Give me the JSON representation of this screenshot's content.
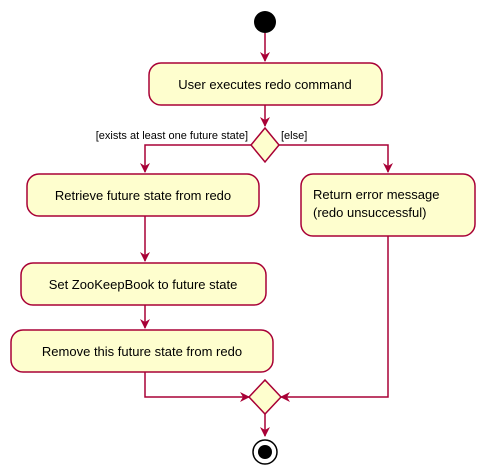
{
  "diagram": {
    "type": "uml-activity",
    "colors": {
      "node_fill": "#FEFECE",
      "node_stroke": "#A80036",
      "arrow": "#A80036",
      "start_end": "#000000",
      "text": "#000000"
    },
    "actions": {
      "redo_command": "User executes redo command",
      "retrieve_state": "Retrieve future state from redo",
      "set_state": "Set ZooKeepBook to future state",
      "remove_state": "Remove this future state from redo",
      "error_line1": "Return error message",
      "error_line2": "(redo unsuccessful)"
    },
    "guards": {
      "yes": "[exists at least one future state]",
      "no": "[else]"
    }
  }
}
